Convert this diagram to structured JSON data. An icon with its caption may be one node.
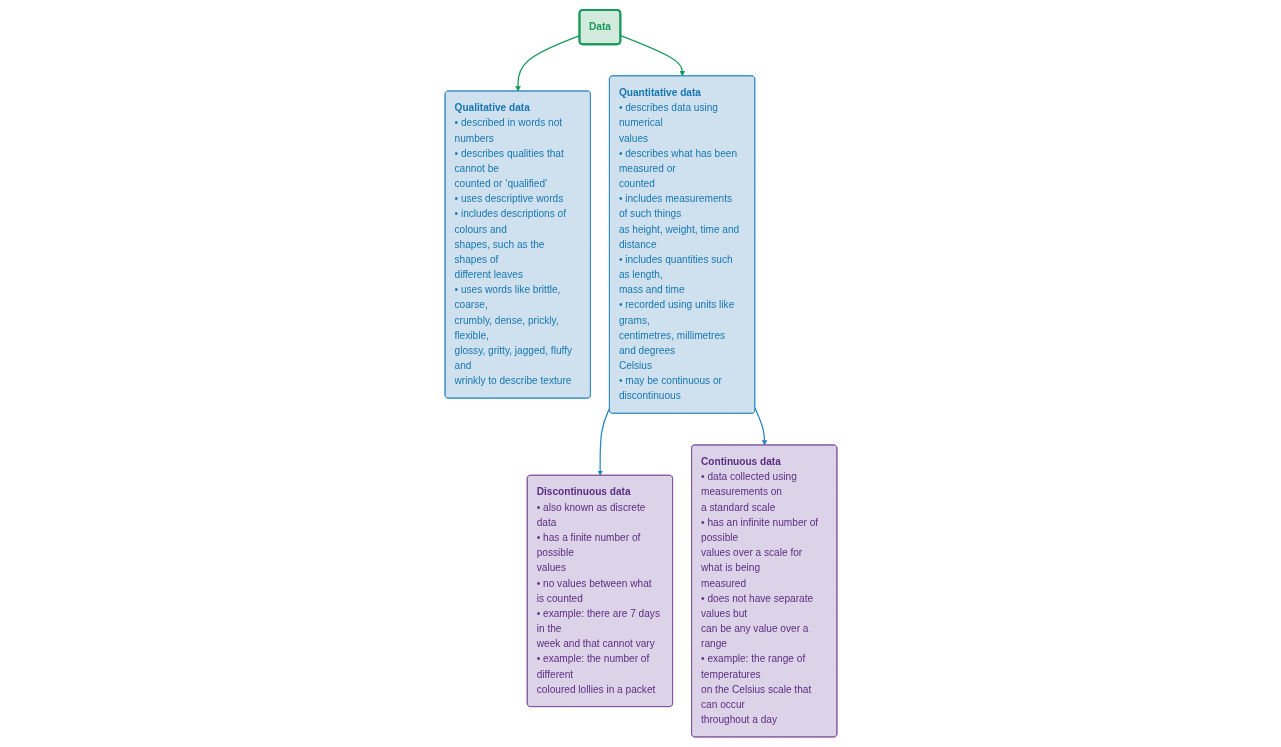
{
  "diagram": {
    "nodes": [
      {
        "text": [
          "Data"
        ]
      },
      {
        "text": [
          "Qualitative data",
          "• described in words not numbers",
          "• describes qualities that cannot be counted or ‘qualified’",
          "• uses descriptive words",
          "• includes descriptions of colours and shapes, such as the shapes of different leaves",
          "• uses words like brittle, coarse, crumbly, dense, prickly, flexible, glossy, gritty, jagged, fluffy and wrinkly to describe texture"
        ]
      },
      {
        "text": [
          "Quantitative data",
          "• describes data using numerical values",
          "• describes what has been measured or counted",
          "• includes measurements of such things as height, weight, time and distance",
          "• includes quantities such as length, mass and time",
          "• recorded using units like grams, centimetres, millimetres and degrees Celsius",
          "• may be continuous or discontinuous"
        ]
      },
      {
        "text": [
          "Discontinuous data",
          "• also known as discrete data",
          "• has a finite number of possible values",
          "• no values between what is counted",
          "• example: there are 7 days in the week and that cannot vary",
          "• example: the number of different coloured lollies in a packet"
        ]
      },
      {
        "text": [
          "Continuous data",
          "• data collected using measurements on a standard scale",
          "• has an infinite number of possible values over a scale for what is being measured",
          "• does not have separate values but can be any value over a range",
          "• example: the range of temperatures on the Celsius scale that can occur throughout a day"
        ]
      }
    ],
    "edges": [
      {
        "from": 0,
        "to": 1,
        "arrow": "to",
        "color": "#1a9a5a"
      },
      {
        "from": 0,
        "to": 2,
        "arrow": "to",
        "color": "#1a9a5a"
      },
      {
        "from": 2,
        "to": 3,
        "arrow": "to",
        "color": "#2a87c0"
      },
      {
        "from": 2,
        "to": 4,
        "arrow": "to",
        "color": "#2a87c0"
      }
    ]
  }
}
